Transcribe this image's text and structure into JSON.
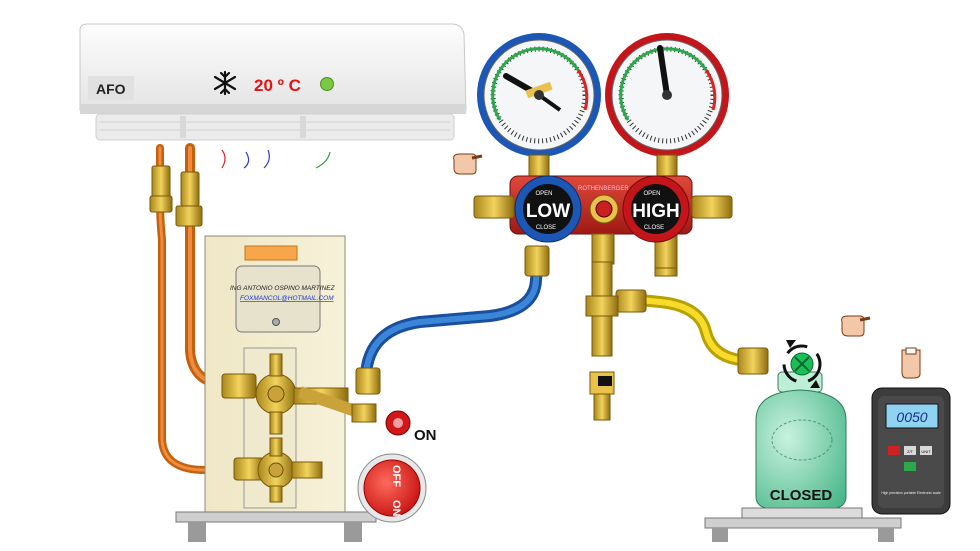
{
  "ac_unit": {
    "brand": "AFO",
    "temperature": "20 º C",
    "mode_icon": "snowflake-icon",
    "power_led_color": "#7ac943"
  },
  "outdoor_unit": {
    "author": "ING ANTONIO OSPINO MARTINEZ",
    "email": "FOXMANCOL@HOTMAIL.COM"
  },
  "manifold": {
    "brand": "ROTHENBERGER",
    "low_label": "LOW",
    "high_label": "HIGH",
    "open_label": "OPEN",
    "close_label": "CLOSE",
    "low_color": "#1f6fd1",
    "high_color": "#d9262b"
  },
  "switch": {
    "state_label": "ON",
    "button_off": "OFF",
    "button_on": "ON"
  },
  "tank": {
    "status": "CLOSED",
    "color": "#7fd6b0"
  },
  "scale": {
    "display": "0050",
    "key_labels": [
      "",
      "Z/T",
      "UNIT",
      ""
    ],
    "caption": "High precision portable Electronic scale"
  }
}
